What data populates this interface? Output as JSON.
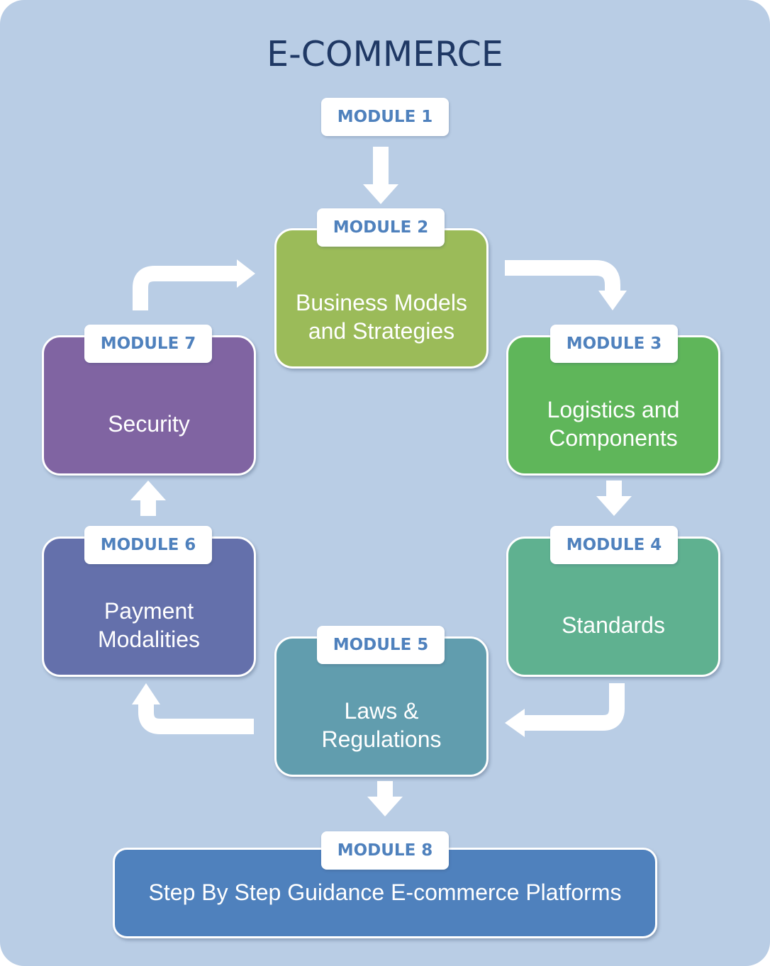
{
  "title": "E-COMMERCE",
  "colors": {
    "background": "#b9cde5",
    "title": "#1f3864",
    "label_text": "#4f81bd",
    "module2": "#9bbb59",
    "module3": "#5fb65a",
    "module4": "#5fb190",
    "module5": "#619dae",
    "module6": "#6470ab",
    "module7": "#8064a2",
    "module8": "#4f81bd"
  },
  "modules": {
    "m1": {
      "label": "MODULE 1"
    },
    "m2": {
      "label": "MODULE 2",
      "text": "Business Models\nand Strategies"
    },
    "m3": {
      "label": "MODULE 3",
      "text": "Logistics and\nComponents"
    },
    "m4": {
      "label": "MODULE 4",
      "text": "Standards"
    },
    "m5": {
      "label": "MODULE 5",
      "text": "Laws &\nRegulations"
    },
    "m6": {
      "label": "MODULE 6",
      "text": "Payment\nModalities"
    },
    "m7": {
      "label": "MODULE 7",
      "text": "Security"
    },
    "m8": {
      "label": "MODULE 8",
      "text": "Step By Step Guidance E-commerce Platforms"
    }
  }
}
